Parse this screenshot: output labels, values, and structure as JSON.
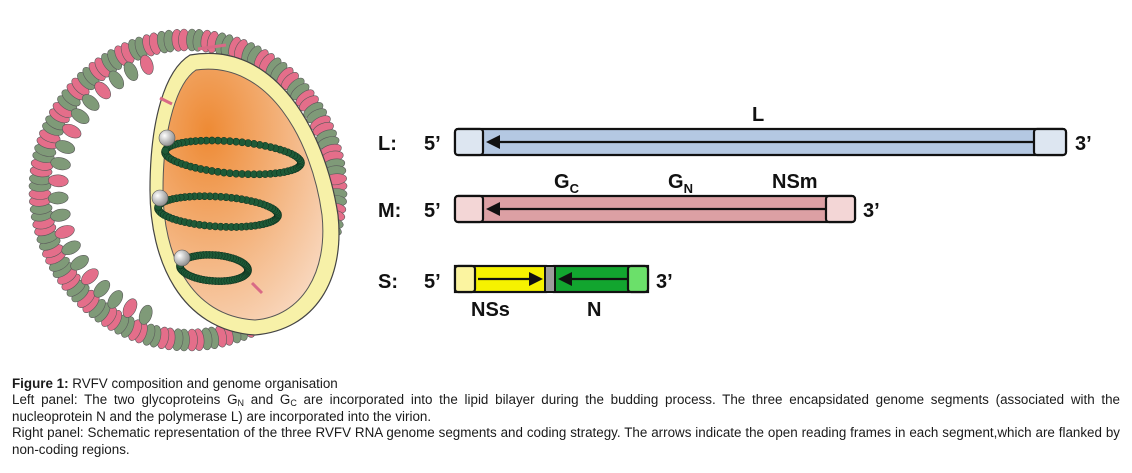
{
  "segments": {
    "L": {
      "label": "L:",
      "five": "5’",
      "three": "3’",
      "gene": "L",
      "color": "#b4c8e2",
      "end_color": "#dde6f1"
    },
    "M": {
      "label": "M:",
      "five": "5’",
      "three": "3’",
      "genes": [
        {
          "main": "G",
          "sub": "C"
        },
        {
          "main": "G",
          "sub": "N"
        },
        {
          "main": "NSm",
          "sub": ""
        }
      ],
      "color": "#dca0a4",
      "end_color": "#f3d6d6"
    },
    "S": {
      "label": "S:",
      "five": "5’",
      "three": "3’",
      "nss": "NSs",
      "n": "N",
      "nss_color": "#f6f200",
      "n_color": "#12a52f",
      "end_left": "#fbf4a0",
      "end_right": "#6be06a",
      "spacer": "#9c9c9c"
    }
  },
  "virion_colors": {
    "membrane": "#f7f1a8",
    "interior_dark": "#ee8a34",
    "interior_light": "#f9dcc6",
    "spike_green": "#7f9a78",
    "spike_pink": "#e46e8a",
    "rnp": "#1e5a37",
    "polymerase": "#a6a6a6"
  },
  "caption": {
    "figure_label": "Figure 1:",
    "title": " RVFV composition and genome organisation",
    "left_a": "Left panel: The two glycoproteins G",
    "left_sub1": "N",
    "left_b": " and G",
    "left_sub2": "C",
    "left_c": " are incorporated into the lipid bilayer during the budding process. The three encapsidated genome segments (associated with the nucleoprotein N and the polymerase L) are incorporated into the virion.",
    "right": "Right panel: Schematic representation of the three RVFV RNA genome segments and coding strategy. The arrows indicate the open reading frames in each segment,which are flanked by non-coding regions."
  }
}
